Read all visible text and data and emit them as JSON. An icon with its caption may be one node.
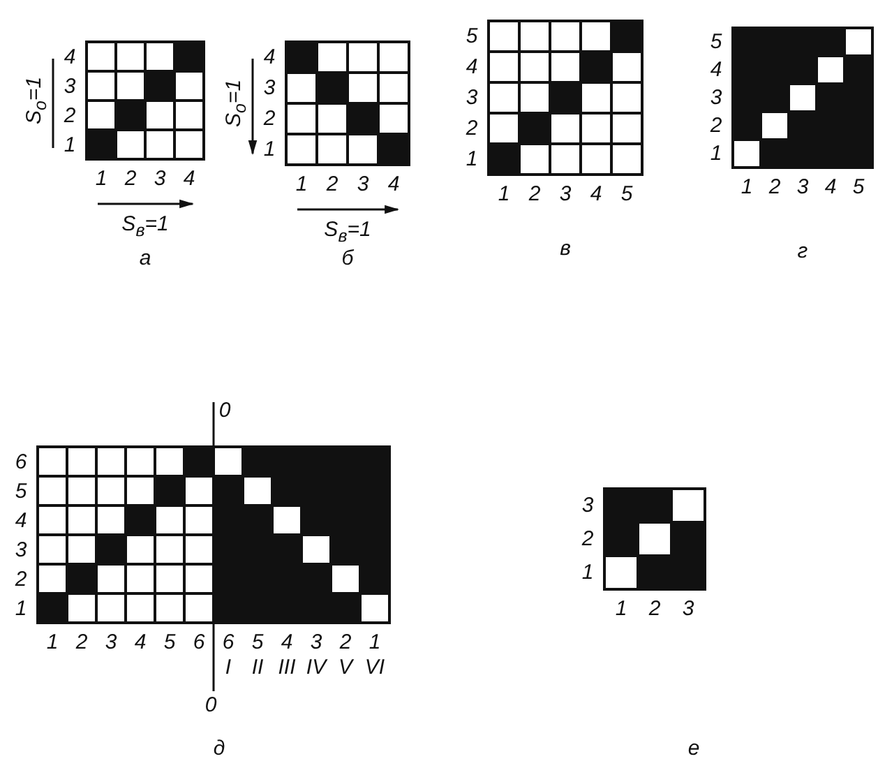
{
  "diagram": {
    "labels": [
      "4",
      "3",
      "2",
      "1",
      "S$_{о}$=1",
      "1",
      "2",
      "3",
      "4",
      "S$_{в}$=1",
      "а",
      "4",
      "3",
      "2",
      "1",
      "S$_{о}$=1",
      "1",
      "2",
      "3",
      "4",
      "S$_{в}$=1",
      "б",
      "5",
      "4",
      "3",
      "2",
      "1",
      "1",
      "2",
      "3",
      "4",
      "5",
      "в",
      "5",
      "4",
      "3",
      "2",
      "1",
      "1",
      "2",
      "3",
      "4",
      "5",
      "г",
      "0",
      "6",
      "5",
      "4",
      "3",
      "2",
      "1",
      "1",
      "2",
      "3",
      "4",
      "5",
      "6",
      "6",
      "5",
      "4",
      "3",
      "2",
      "1",
      "I",
      "II",
      "III",
      "IV",
      "V",
      "VI",
      "0",
      "д",
      "3",
      "2",
      "1",
      "1",
      "2",
      "3",
      "е"
    ]
  }
}
